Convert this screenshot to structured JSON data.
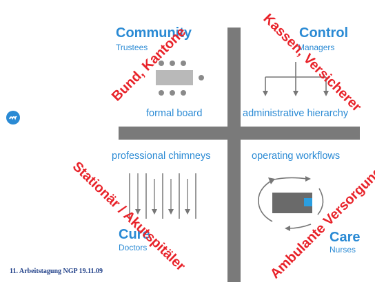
{
  "quadrants": {
    "top_left": {
      "title": "Community",
      "subtitle": "Trustees",
      "label": "formal board"
    },
    "top_right": {
      "title": "Control",
      "subtitle": "Managers",
      "label": "administrative hierarchy"
    },
    "bottom_left": {
      "title": "Cure",
      "subtitle": "Doctors",
      "label": "professional chimneys"
    },
    "bottom_right": {
      "title": "Care",
      "subtitle": "Nurses",
      "label": "operating workflows"
    }
  },
  "overlays": {
    "top_left": "Bund, Kantone",
    "top_right": "Kassen, Versicherer",
    "bottom_left": "Stationär / Akutspitäler",
    "bottom_right": "Ambulante Versorgung"
  },
  "footer": "11. Arbeitstagung NGP 19.11.09",
  "icons": {
    "logo": "organization-logo",
    "board": "board-table-icon",
    "hierarchy": "hierarchy-arrows-icon",
    "chimneys": "parallel-arrows-icon",
    "workflow": "circular-workflow-icon"
  },
  "colors": {
    "blue": "#2a8ad4",
    "red": "#e8232a",
    "cross": "#7a7a7a",
    "footer": "#1f3f88"
  }
}
